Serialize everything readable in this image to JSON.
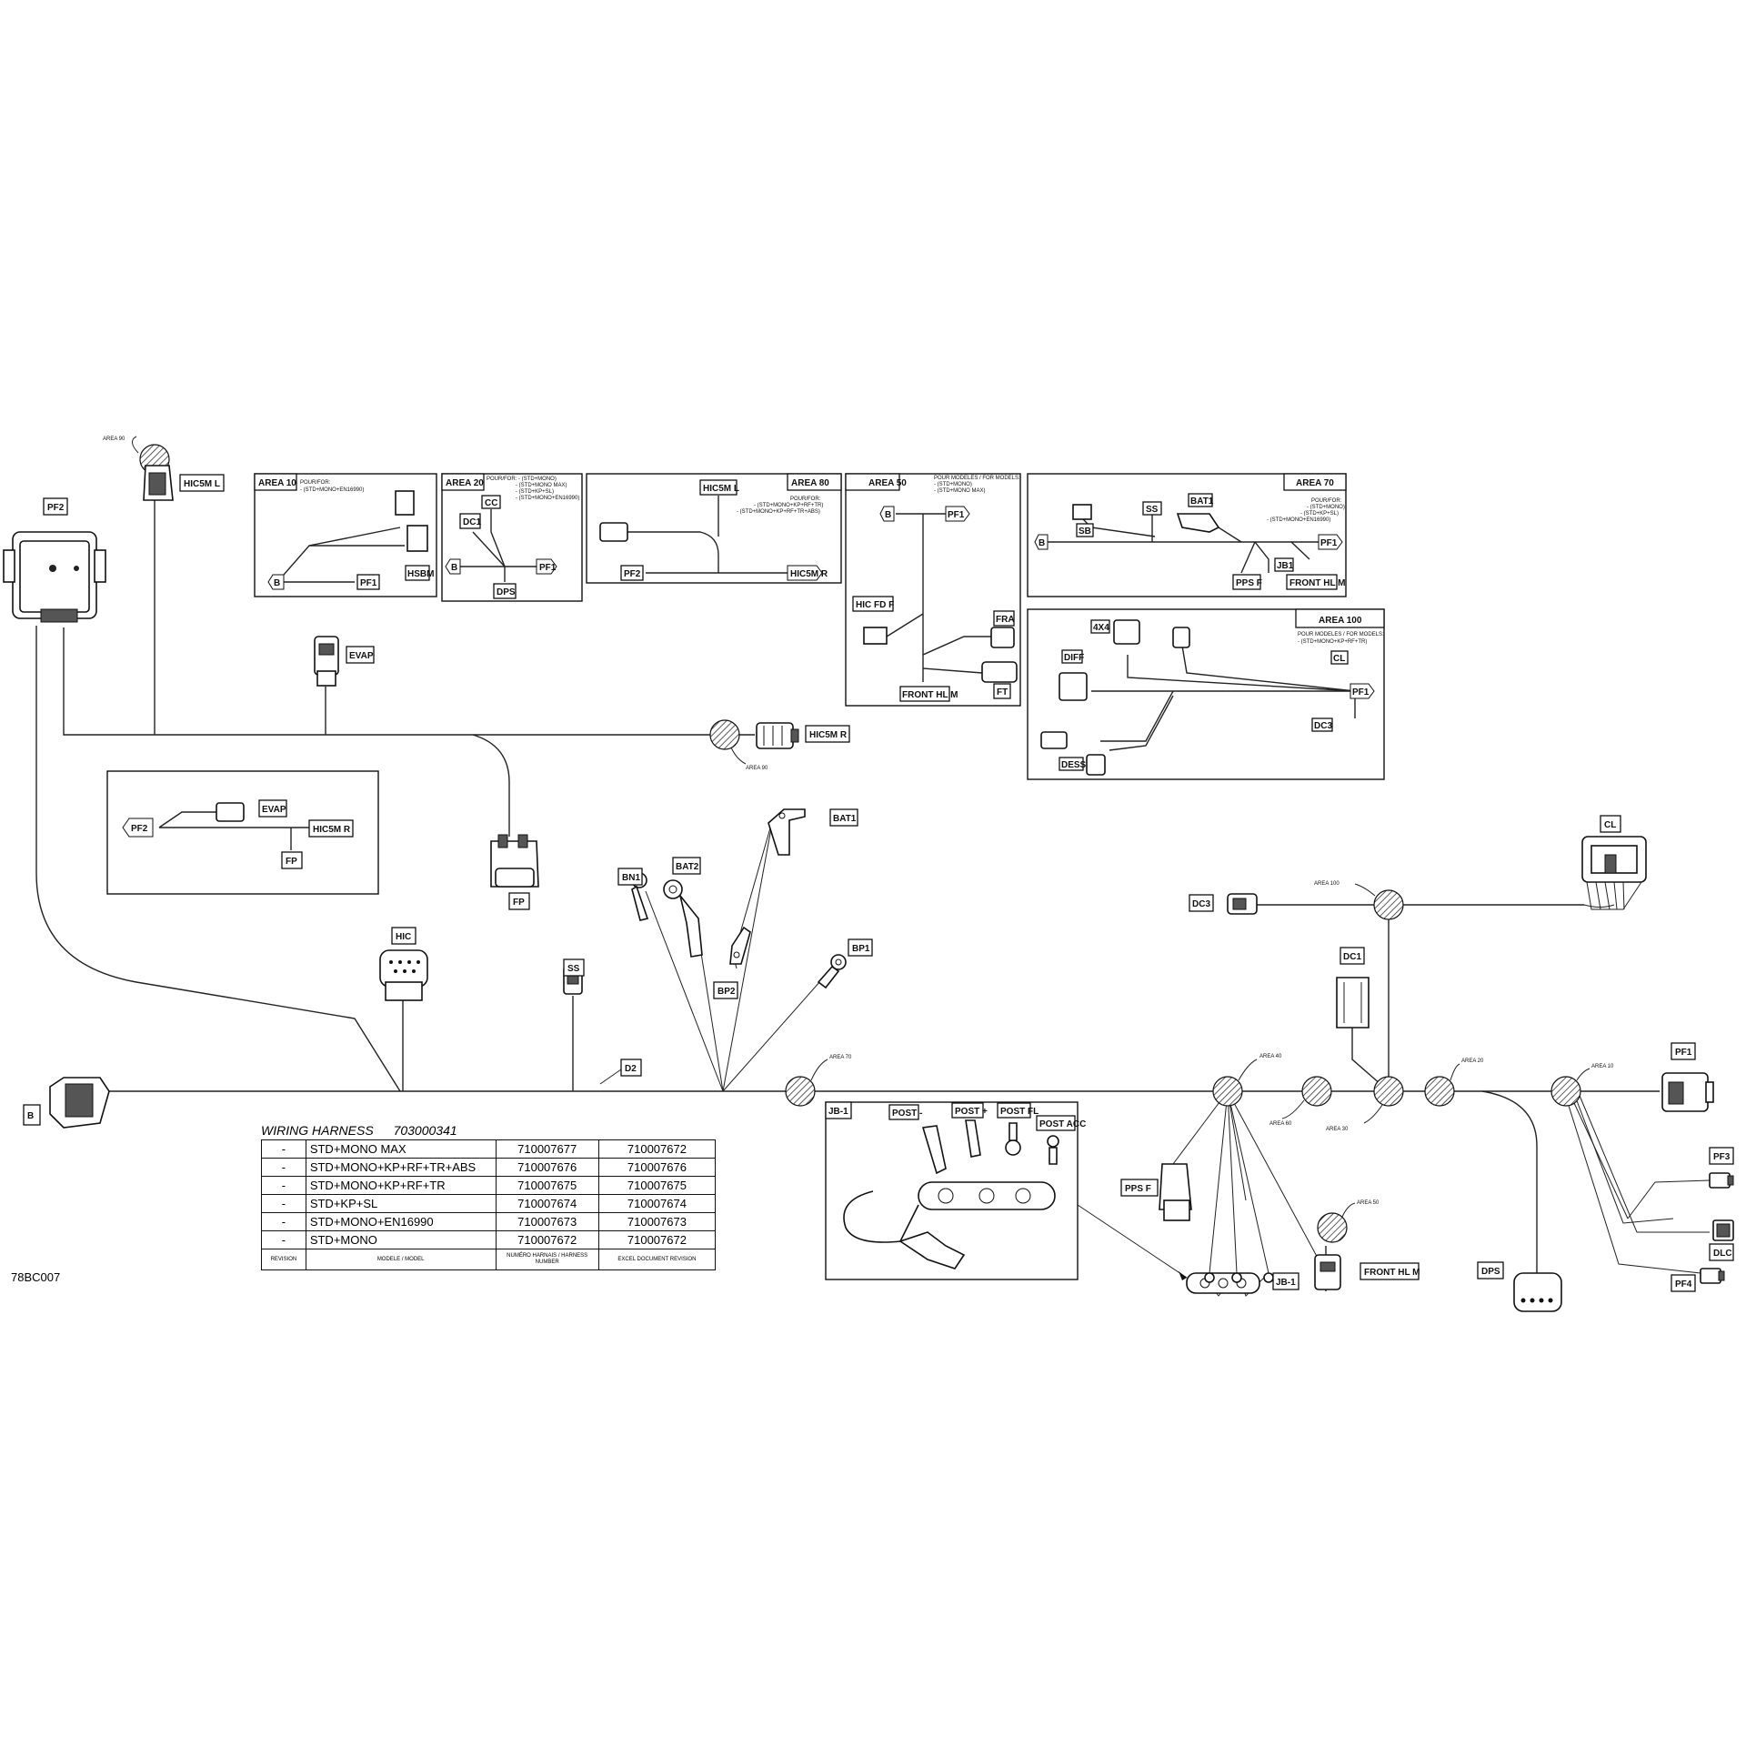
{
  "drawing_id": "78BC007",
  "table": {
    "title": "WIRING HARNESS",
    "harness_number": "703000341",
    "rows": [
      {
        "rev": "-",
        "model": "STD+MONO MAX",
        "harness": "710007677",
        "excel": "710007672"
      },
      {
        "rev": "-",
        "model": "STD+MONO+KP+RF+TR+ABS",
        "harness": "710007676",
        "excel": "710007676"
      },
      {
        "rev": "-",
        "model": "STD+MONO+KP+RF+TR",
        "harness": "710007675",
        "excel": "710007675"
      },
      {
        "rev": "-",
        "model": "STD+KP+SL",
        "harness": "710007674",
        "excel": "710007674"
      },
      {
        "rev": "-",
        "model": "STD+MONO+EN16990",
        "harness": "710007673",
        "excel": "710007673"
      },
      {
        "rev": "-",
        "model": "STD+MONO",
        "harness": "710007672",
        "excel": "710007672"
      }
    ],
    "headers": {
      "rev": "REVISION",
      "model": "MODELE / MODEL",
      "harness": "NUMÉRO HARNAIS / HARNESS NUMBER",
      "excel": "EXCEL DOCUMENT REVISION"
    }
  },
  "labels": {
    "pf2": "PF2",
    "hic5m_l": "HIC5M L",
    "area90": "AREA 90",
    "evap": "EVAP",
    "hic5m_r": "HIC5M R",
    "fp": "FP",
    "hic": "HIC",
    "ss": "SS",
    "d2": "D2",
    "b": "B",
    "bn1": "BN1",
    "bat2": "BAT2",
    "bat1": "BAT1",
    "bp1": "BP1",
    "bp2": "BP2",
    "area70": "AREA 70",
    "jb1": "JB-1",
    "post_minus": "POST -",
    "post_plus": "POST +",
    "post_fl": "POST FL",
    "post_acc": "POST ACC",
    "area40": "AREA 40",
    "area60": "AREA 60",
    "area30": "AREA 30",
    "area20": "AREA 20",
    "area10": "AREA 10",
    "area50": "AREA 50",
    "area100": "AREA 100",
    "pps_f": "PPS F",
    "front_hl_m": "FRONT HL M",
    "dc1": "DC1",
    "dc3": "DC3",
    "cl": "CL",
    "pf1": "PF1",
    "pf3": "PF3",
    "dlc": "DLC",
    "pf4": "PF4",
    "dps": "DPS"
  },
  "insets": {
    "area10": {
      "title": "AREA 10",
      "note": [
        "POUR/FOR:",
        "- (STD+MONO+EN16990)"
      ],
      "b": "B",
      "pf1": "PF1",
      "hsbm": "HSBM"
    },
    "area20": {
      "title": "AREA 20",
      "note": [
        "POUR/FOR: - (STD+MONO)",
        "- (STD+MONO MAX)",
        "- (STD+KP+SL)",
        "- (STD+MONO+EN16990)"
      ],
      "cc": "CC",
      "dc1": "DC1",
      "b": "B",
      "pf1": "PF1",
      "dps": "DPS"
    },
    "area80": {
      "title": "AREA 80",
      "note": [
        "POUR/FOR:",
        "- (STD+MONO+KP+RF+TR)",
        "- (STD+MONO+KP+RF+TR+ABS)"
      ],
      "hic5m_l": "HIC5M L",
      "pf2": "PF2",
      "hic5m_r": "HIC5M R"
    },
    "area50": {
      "title": "AREA 50",
      "note": [
        "POUR MODELES / FOR MODELS:",
        "- (STD+MONO)",
        "- (STD+MONO MAX)"
      ],
      "b": "B",
      "pf1": "PF1",
      "hic_fd_f": "HIC FD F",
      "fra": "FRA",
      "ft": "FT",
      "front_hl_m": "FRONT HL M"
    },
    "area70": {
      "title": "AREA 70",
      "note": [
        "POUR/FOR:",
        "- (STD+MONO)",
        "- (STD+KP+SL)",
        "- (STD+MONO+EN16990)"
      ],
      "sb": "SB",
      "ss": "SS",
      "bat1": "BAT1",
      "b": "B",
      "pf1": "PF1",
      "jb1": "JB1",
      "pps_f": "PPS F",
      "front_hl_m": "FRONT HL M"
    },
    "area100": {
      "title": "AREA 100",
      "note": [
        "POUR MODELES / FOR MODELS:",
        "- (STD+MONO+KP+RF+TR)"
      ],
      "x4": "4X4",
      "diff": "DIFF",
      "cl": "CL",
      "pf1": "PF1",
      "dc3": "DC3",
      "dess": "DESS"
    },
    "evap_inset": {
      "pf2": "PF2",
      "evap": "EVAP",
      "hic5m_r": "HIC5M R",
      "fp": "FP"
    }
  }
}
